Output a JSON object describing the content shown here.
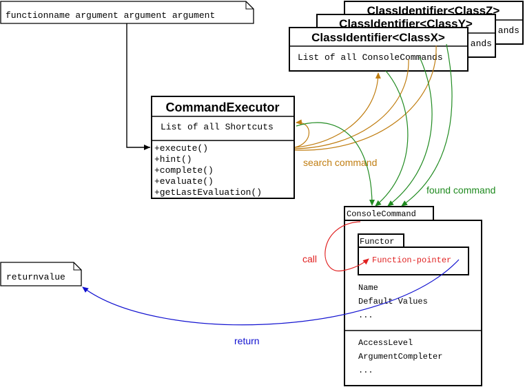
{
  "nodes": {
    "input_note": {
      "text": "functionname argument argument argument"
    },
    "class_z": {
      "title": "ClassIdentifier<ClassZ>",
      "body_fragment": "ands"
    },
    "class_y": {
      "title": "ClassIdentifier<ClassY>",
      "body_fragment": "ands"
    },
    "class_x": {
      "title": "ClassIdentifier<ClassX>",
      "body": "List of all ConsoleCommands"
    },
    "command_executor": {
      "title": "CommandExecutor",
      "attribute": "List of all Shortcuts",
      "methods": [
        "+execute()",
        "+hint()",
        "+complete()",
        "+evaluate()",
        "+getLastEvaluation()"
      ]
    },
    "console_command": {
      "tab": "ConsoleCommand",
      "functor_tab": "Functor",
      "function_pointer": "Function-pointer",
      "fields": [
        "Name",
        "Default Values",
        "..."
      ],
      "fields2": [
        "AccessLevel",
        "ArgumentCompleter",
        "..."
      ]
    },
    "returnvalue_note": {
      "text": "returnvalue"
    }
  },
  "edges": {
    "search_label": "search command",
    "found_label": "found command",
    "call_label": "call",
    "return_label": "return"
  },
  "colors": {
    "search": "#c07d10",
    "found": "#1f8a1f",
    "call": "#e02020",
    "return": "#1010d0"
  }
}
